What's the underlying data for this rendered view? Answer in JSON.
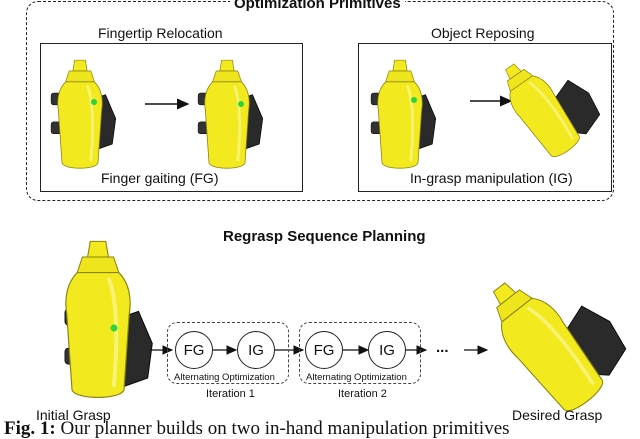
{
  "top_title": "Optimization Primitives",
  "fingertip_panel": {
    "title": "Fingertip  Relocation",
    "label": "Finger gaiting (FG)"
  },
  "object_panel": {
    "title": "Object Reposing",
    "label": "In-grasp manipulation (IG)"
  },
  "bottom_title": "Regrasp Sequence Planning",
  "sequence": {
    "iteration1": {
      "fg": "FG",
      "ig": "IG",
      "sub": "Alternating Optimization",
      "label": "Iteration 1"
    },
    "iteration2": {
      "fg": "FG",
      "ig": "IG",
      "sub": "Alternating Optimization",
      "label": "Iteration 2"
    },
    "ellipsis": "...",
    "initial_label": "Initial Grasp",
    "desired_label": "Desired Grasp"
  },
  "caption": {
    "prefix": "Fig. 1:",
    "text": " Our planner builds on two in-hand manipulation primitives"
  },
  "colors": {
    "object_yellow": "#f2ea1f",
    "hand_dark": "#2a2a2a",
    "contact_green": "#2bd43a"
  }
}
